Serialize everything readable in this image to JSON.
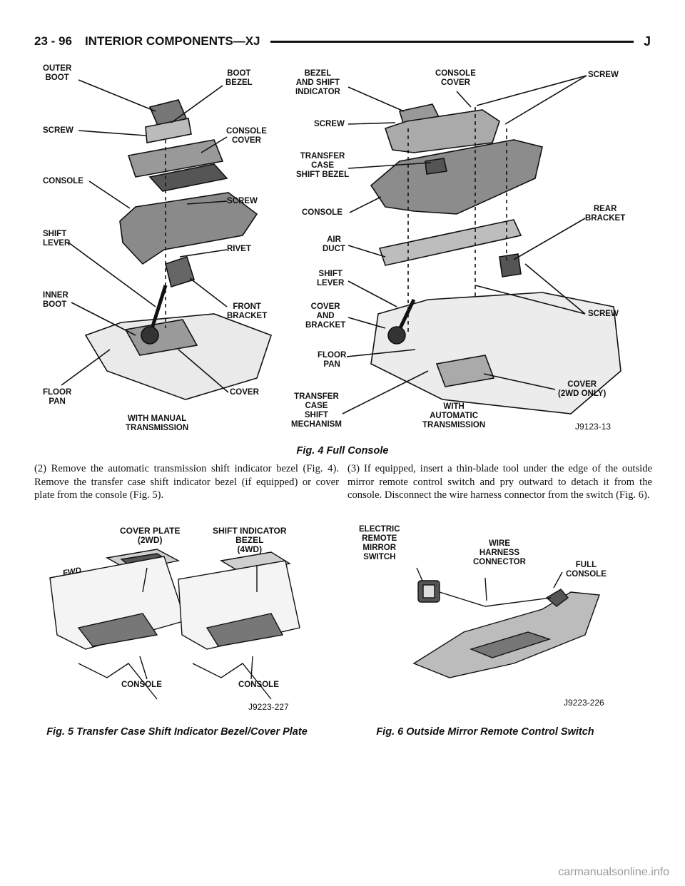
{
  "header": {
    "page_number": "23 - 96",
    "section_title": "INTERIOR COMPONENTS—XJ",
    "letter": "J"
  },
  "figure4": {
    "labels": {
      "outer_boot": "OUTER\nBOOT",
      "boot_bezel": "BOOT\nBEZEL",
      "screw_left": "SCREW",
      "console_cover_left": "CONSOLE\nCOVER",
      "console_left": "CONSOLE",
      "screw_left2": "SCREW",
      "shift_lever_left": "SHIFT\nLEVER",
      "rivet": "RIVET",
      "inner_boot": "INNER\nBOOT",
      "front_bracket": "FRONT\nBRACKET",
      "floor_pan_left": "FLOOR\nPAN",
      "cover_left": "COVER",
      "with_manual": "WITH MANUAL\nTRANSMISSION",
      "bezel_shift_indicator": "BEZEL\nAND SHIFT\nINDICATOR",
      "console_cover_right": "CONSOLE\nCOVER",
      "screw_top_right": "SCREW",
      "screw_right": "SCREW",
      "transfer_case_shift_bezel": "TRANSFER\nCASE\nSHIFT BEZEL",
      "console_right": "CONSOLE",
      "rear_bracket": "REAR\nBRACKET",
      "air_duct": "AIR\nDUCT",
      "shift_lever_right": "SHIFT\nLEVER",
      "cover_and_bracket": "COVER\nAND\nBRACKET",
      "screw_bottom_right": "SCREW",
      "floor_pan_right": "FLOOR\nPAN",
      "cover_2wd": "COVER\n(2WD ONLY)",
      "transfer_case_shift_mechanism": "TRANSFER\nCASE\nSHIFT\nMECHANISM",
      "with_automatic": "WITH\nAUTOMATIC\nTRANSMISSION"
    },
    "code": "J9123-13",
    "caption": "Fig. 4 Full Console"
  },
  "text": {
    "left": "(2) Remove the automatic transmission shift indicator bezel (Fig. 4). Remove the transfer case shift indicator bezel (if equipped) or cover plate from the console (Fig. 5).",
    "right": "(3) If equipped, insert a thin-blade tool under the edge of the outside mirror remote control switch and pry outward to detach it from the console. Disconnect the wire harness connector from the switch (Fig. 6)."
  },
  "figure5": {
    "labels": {
      "cover_plate": "COVER PLATE\n(2WD)",
      "shift_indicator_bezel": "SHIFT INDICATOR\nBEZEL\n(4WD)",
      "fwd": "FWD",
      "console_a": "CONSOLE",
      "console_b": "CONSOLE"
    },
    "code": "J9223-227",
    "caption": "Fig. 5 Transfer Case Shift Indicator Bezel/Cover Plate"
  },
  "figure6": {
    "labels": {
      "electric_remote_mirror_switch": "ELECTRIC\nREMOTE\nMIRROR\nSWITCH",
      "wire_harness_connector": "WIRE\nHARNESS\nCONNECTOR",
      "full_console": "FULL\nCONSOLE"
    },
    "code": "J9223-226",
    "caption": "Fig. 6 Outside Mirror Remote Control Switch"
  },
  "watermark": "carmanualsonline.info"
}
